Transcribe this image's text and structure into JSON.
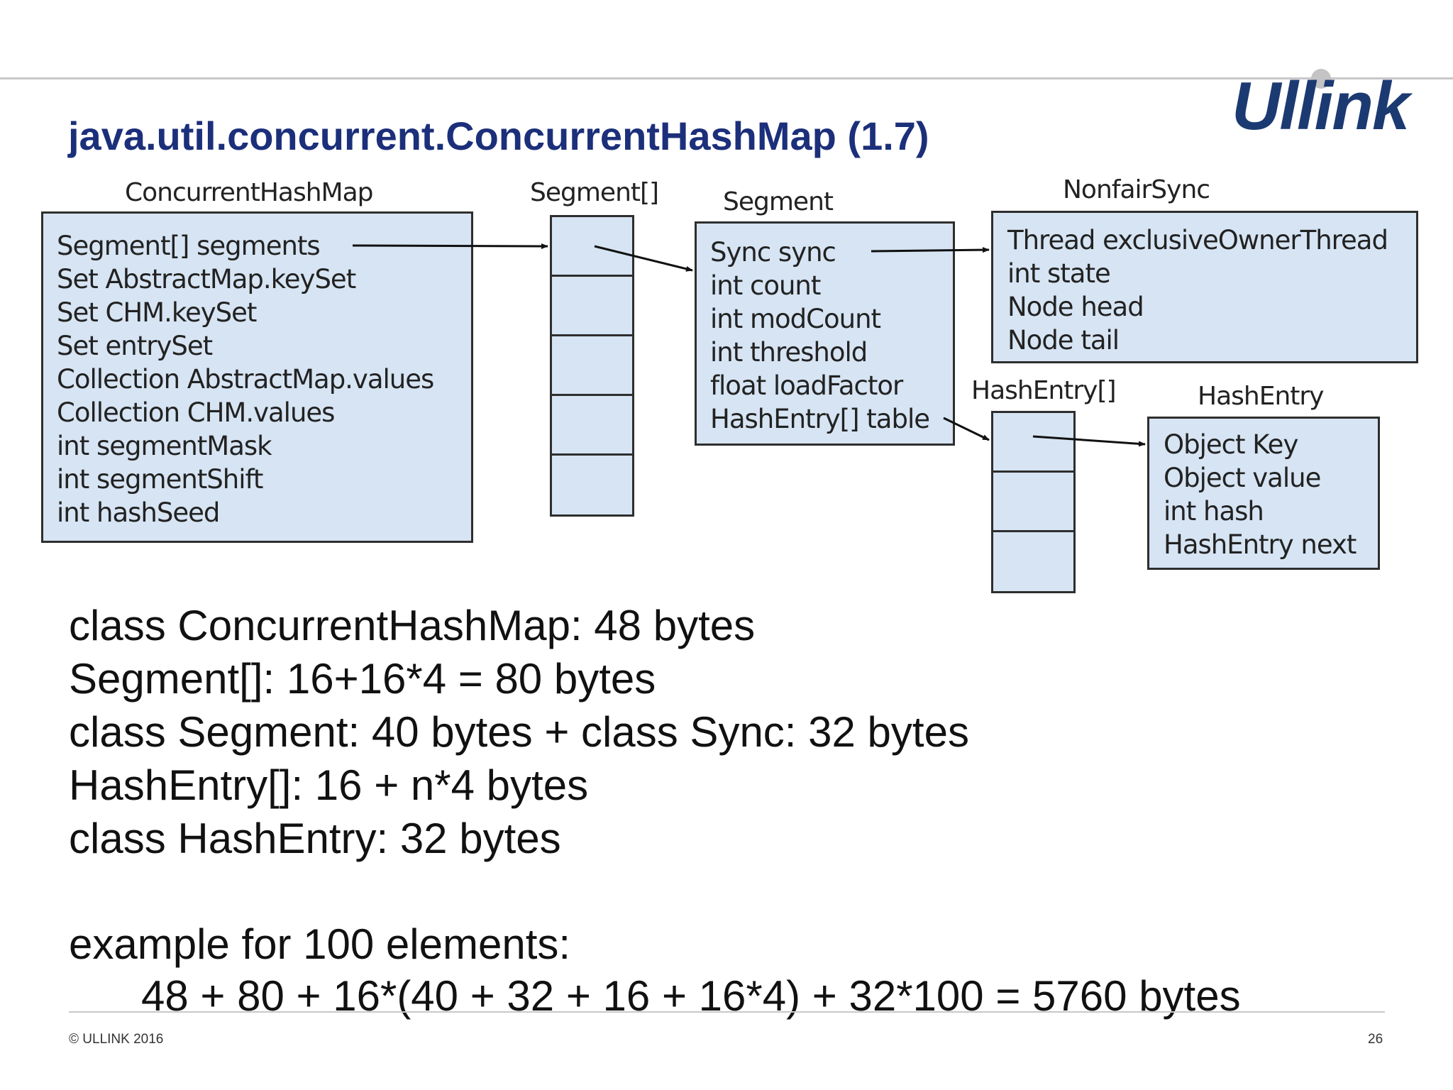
{
  "header": {
    "logo": "Ullink"
  },
  "slide": {
    "title": "java.util.concurrent.ConcurrentHashMap (1.7)"
  },
  "diagram": {
    "chm": {
      "label": "ConcurrentHashMap",
      "fields": [
        "Segment[] segments",
        "Set AbstractMap.keySet",
        "Set CHM.keySet",
        "Set entrySet",
        "Collection AbstractMap.values",
        "Collection CHM.values",
        "int segmentMask",
        "int segmentShift",
        "int hashSeed"
      ]
    },
    "segment_array": {
      "label": "Segment[]"
    },
    "segment": {
      "label": "Segment",
      "fields": [
        "Sync sync",
        "int count",
        "int modCount",
        "int threshold",
        "float loadFactor",
        "HashEntry[] table"
      ]
    },
    "nonfair_sync": {
      "label": "NonfairSync",
      "fields": [
        "Thread exclusiveOwnerThread",
        "int state",
        "Node head",
        "Node tail"
      ]
    },
    "hashentry_array": {
      "label": "HashEntry[]"
    },
    "hashentry": {
      "label": "HashEntry",
      "fields": [
        "Object Key",
        "Object value",
        "int hash",
        "HashEntry next"
      ]
    }
  },
  "notes": {
    "lines": [
      "class ConcurrentHashMap: 48 bytes",
      "Segment[]: 16+16*4 = 80 bytes",
      "class Segment: 40 bytes + class Sync: 32 bytes",
      "HashEntry[]: 16 + n*4 bytes",
      "class HashEntry: 32 bytes"
    ],
    "example_heading": "example for 100 elements:",
    "example_formula": "48 + 80 + 16*(40 + 32 + 16 + 16*4) + 32*100 = 5760 bytes"
  },
  "footer": {
    "copyright": "© ULLINK 2016",
    "page_number": "26"
  },
  "colors": {
    "title": "#1c2f7a",
    "logo": "#1c3a72",
    "box_fill": "#d6e4f3",
    "box_border": "#2e2e2e"
  }
}
